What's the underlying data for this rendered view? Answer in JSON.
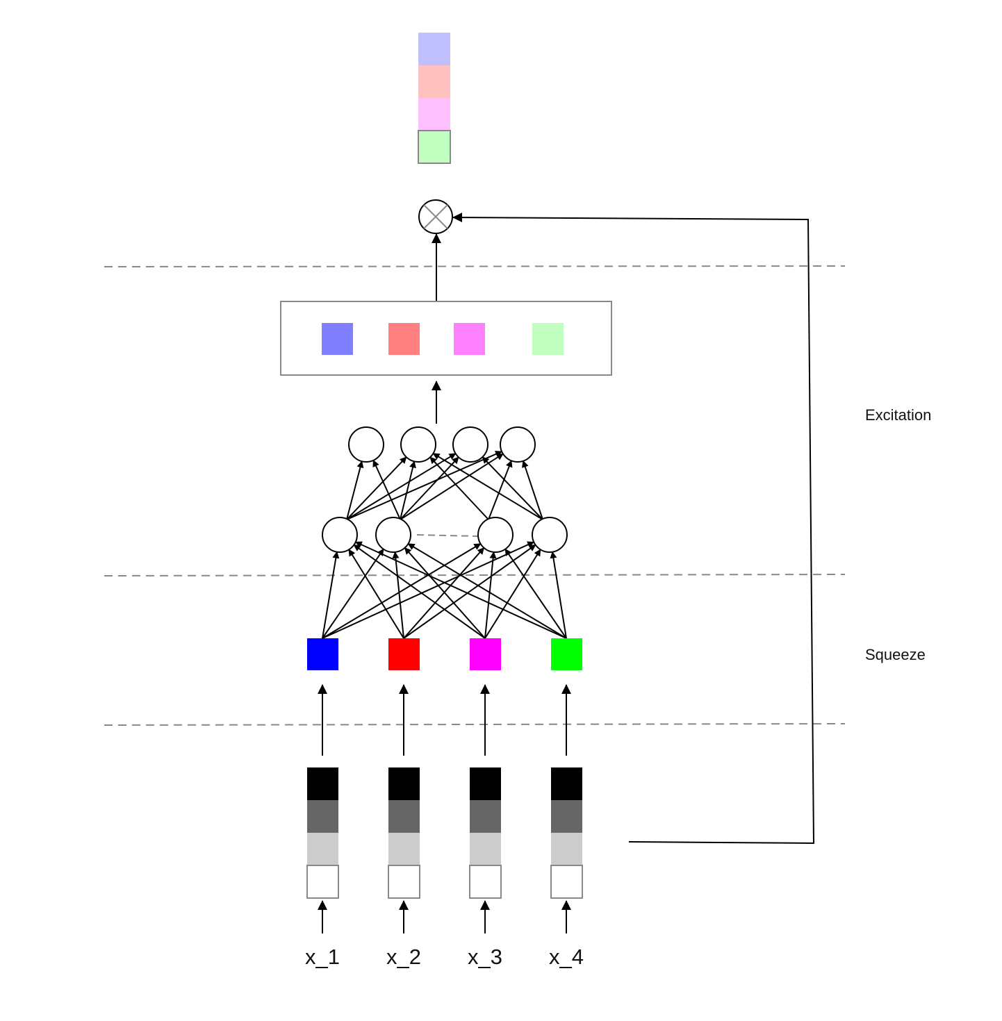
{
  "diagram": {
    "title": "Squeeze-and-Excitation",
    "stage_labels": {
      "excitation": "Excitation",
      "squeeze": "Squeeze"
    },
    "inputs": [
      "x_1",
      "x_2",
      "x_3",
      "x_4"
    ],
    "input_stack_colors": [
      "#000000",
      "#666666",
      "#cccccc",
      "#ffffff"
    ],
    "squeezed_colors": [
      "#0000ff",
      "#ff0000",
      "#ff00ff",
      "#00ff00"
    ],
    "excitation_weight_colors": [
      "#8080ff",
      "#ff8080",
      "#ff80ff",
      "#c0ffc0"
    ],
    "output_colors": [
      "#c0c0ff",
      "#ffc0c0",
      "#ffc0ff",
      "#c0ffc0"
    ],
    "operator": "multiply",
    "hidden_layer_1_nodes": 4,
    "hidden_layer_2_nodes": 4,
    "colors": {
      "line": "#000000",
      "dash": "#888888",
      "border": "#888888"
    }
  }
}
